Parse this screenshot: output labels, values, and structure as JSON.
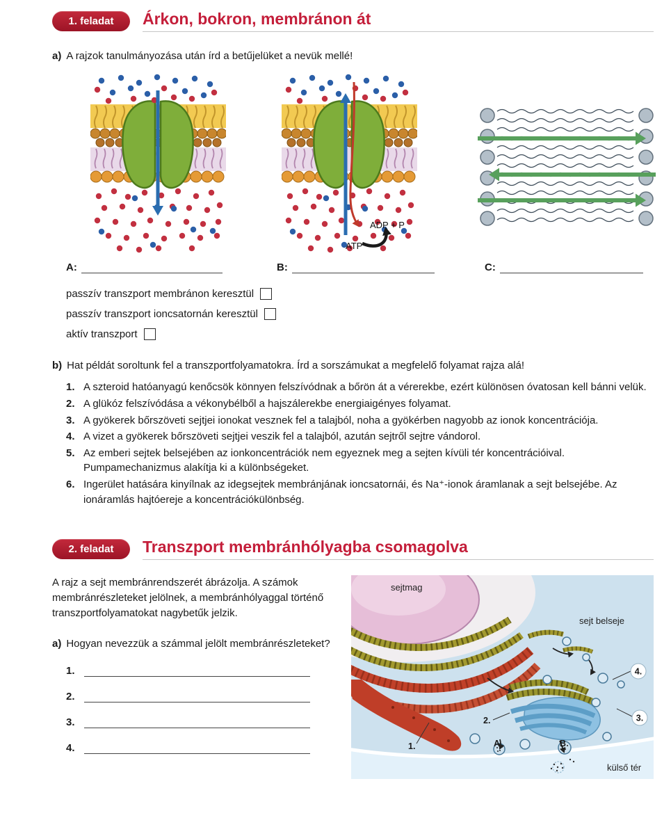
{
  "page": {
    "accent_red": "#c41e3a"
  },
  "task1": {
    "badge": "1. feladat",
    "title": "Árkon, bokron, membránon át",
    "section_a_label": "a)",
    "section_a_text": "A rajzok tanulmányozása után írd a betűjelüket a nevük mellé!",
    "diagram_b": {
      "atp": "ATP",
      "adp": "ADP + P"
    },
    "answer_labels": {
      "a": "A:",
      "b": "B:",
      "c": "C:"
    },
    "options": [
      {
        "label": "passzív transzport membránon keresztül"
      },
      {
        "label": "passzív transzport ioncsatornán keresztül"
      },
      {
        "label": "aktív transzport"
      }
    ],
    "section_b_label": "b)",
    "section_b_text": "Hat példát soroltunk fel a transzportfolyamatokra. Írd a sorszámukat a megfelelő folyamat rajza alá!",
    "examples": [
      {
        "num": "1.",
        "text": "A szteroid hatóanyagú kenőcsök könnyen felszívódnak a bőrön át a vérerekbe, ezért különösen óvatosan kell bánni velük."
      },
      {
        "num": "2.",
        "text": "A glükóz felszívódása a vékonybélből a hajszálerekbe energiaigényes folyamat."
      },
      {
        "num": "3.",
        "text": "A gyökerek bőrszöveti sejtjei ionokat vesznek fel a talajból, noha a gyökérben nagyobb az ionok koncentrációja."
      },
      {
        "num": "4.",
        "text": "A vizet a gyökerek bőrszöveti sejtjei veszik fel a talajból, azután sejtről sejtre vándorol."
      },
      {
        "num": "5.",
        "text": "Az emberi sejtek belsejében az ionkoncentrációk nem egyeznek meg a sejten kívüli tér koncentrációival. Pumpamechanizmus alakítja ki a különbségeket."
      },
      {
        "num": "6.",
        "text": "Ingerület hatására kinyílnak az idegsejtek membránjának ioncsatornái, és Na⁺-ionok áramlanak a sejt belsejébe. Az ionáramlás hajtóereje a koncentrációkülönbség."
      }
    ]
  },
  "task2": {
    "badge": "2. feladat",
    "title": "Transzport membránhólyagba csomagolva",
    "intro": "A rajz a sejt membránrendszerét ábrázolja. A számok membránrészleteket jelölnek, a membránhólyaggal történő transzportfolyamatokat nagybetűk jelzik.",
    "section_a_label": "a)",
    "section_a_text": "Hogyan nevezzük a számmal jelölt membránrészleteket?",
    "blanks": [
      {
        "num": "1."
      },
      {
        "num": "2."
      },
      {
        "num": "3."
      },
      {
        "num": "4."
      }
    ],
    "figure": {
      "label_sejtmag": "sejtmag",
      "label_sejt_belseje": "sejt belseje",
      "label_kulso_ter": "külső tér",
      "n1": "1.",
      "n2": "2.",
      "n3": "3.",
      "n4": "4.",
      "letter_a": "A",
      "letter_b": "B"
    }
  }
}
